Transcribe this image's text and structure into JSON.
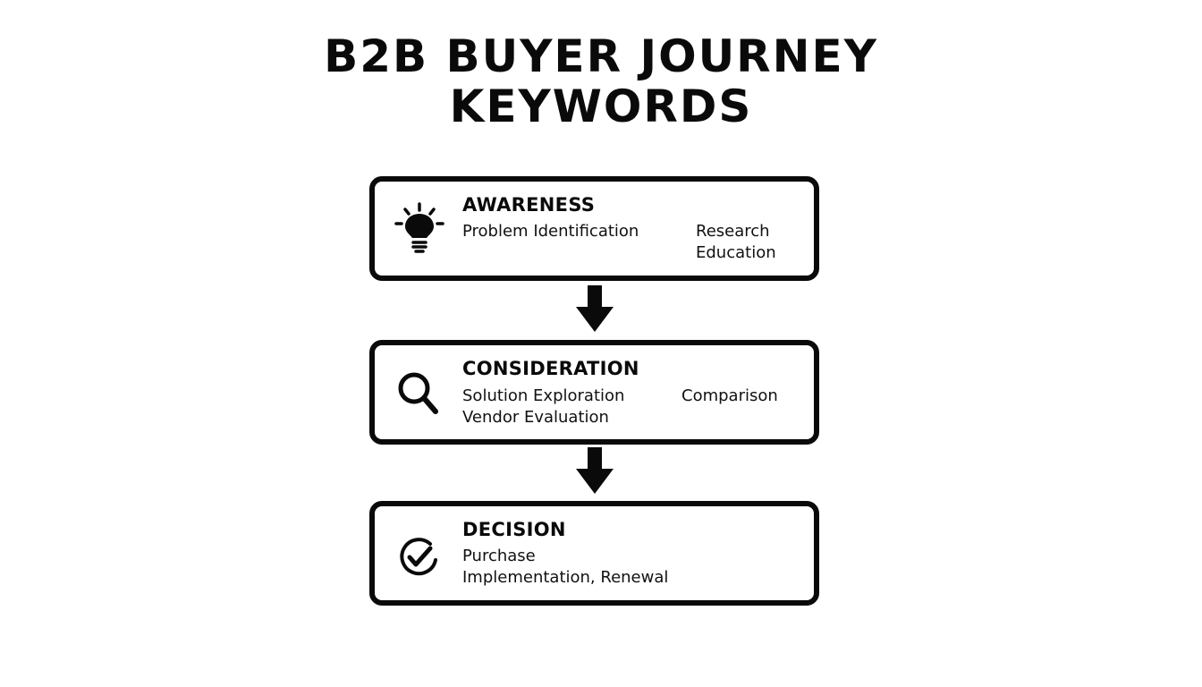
{
  "title": {
    "line1": "B2B BUYER JOURNEY",
    "line2": "KEYWORDS"
  },
  "stages": [
    {
      "name": "AWARENESS",
      "icon": "lightbulb-icon",
      "keywords_left": [
        "Problem Identification"
      ],
      "keywords_right": [
        "Research",
        "Education"
      ]
    },
    {
      "name": "CONSIDERATION",
      "icon": "magnifier-icon",
      "keywords_left": [
        "Solution Exploration",
        "Vendor Evaluation"
      ],
      "keywords_right": [
        "Comparison"
      ]
    },
    {
      "name": "DECISION",
      "icon": "check-circle-icon",
      "keywords_left": [
        "Purchase",
        "Implementation, Renewal"
      ],
      "keywords_right": []
    }
  ],
  "connectors": [
    "down-arrow-icon",
    "down-arrow-icon"
  ],
  "colors": {
    "ink": "#0a0a0a",
    "background": "#ffffff"
  }
}
